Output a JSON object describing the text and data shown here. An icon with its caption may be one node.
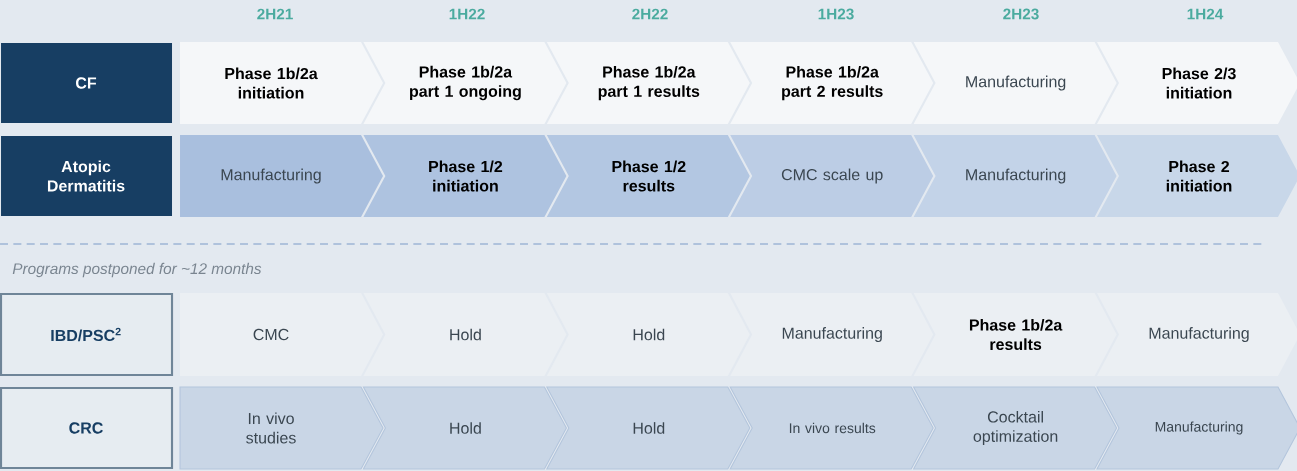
{
  "diagram": {
    "nodes": [
      {
        "text": [
          "CF"
        ]
      },
      {
        "text": [
          "Phase 1b/2a initiation"
        ]
      },
      {
        "text": [
          "Phase 1b/2a part 1 ongoing"
        ]
      },
      {
        "text": [
          "Phase 1b/2a part 1 results"
        ]
      },
      {
        "text": [
          "Phase 1b/2a part 2 results"
        ]
      },
      {
        "text": [
          "Manufacturing"
        ]
      },
      {
        "text": [
          "Phase 2/3 initiation"
        ]
      },
      {
        "text": [
          "Atopic Dermatitis"
        ]
      },
      {
        "text": [
          "Manufacturing"
        ]
      },
      {
        "text": [
          "Phase 1/2 initiation"
        ]
      },
      {
        "text": [
          "Phase 1/2 results"
        ]
      },
      {
        "text": [
          "CMC scale up"
        ]
      },
      {
        "text": [
          "Manufacturing"
        ]
      },
      {
        "text": [
          "Phase 2 initiation"
        ]
      },
      {
        "text": [
          "IBD/PSC$^{2}$"
        ]
      },
      {
        "text": [
          "CMC"
        ]
      },
      {
        "text": [
          "Hold"
        ]
      },
      {
        "text": [
          "Hold"
        ]
      },
      {
        "text": [
          "Manufacturing"
        ]
      },
      {
        "text": [
          "Phase 1b/2a results"
        ]
      },
      {
        "text": [
          "Manufacturing"
        ]
      },
      {
        "text": [
          "CRC"
        ]
      },
      {
        "text": [
          "In vivo studies"
        ]
      },
      {
        "text": [
          "Hold"
        ]
      },
      {
        "text": [
          "Hold"
        ]
      },
      {
        "text": [
          "In vivo results"
        ]
      },
      {
        "text": [
          "Cocktail optimization"
        ]
      },
      {
        "text": [
          "Manufacturing"
        ]
      }
    ],
    "labels": [
      "2H21",
      "1H22",
      "2H22",
      "1H23",
      "2H23",
      "1H24",
      "Programs postponed for ~12 months"
    ]
  }
}
